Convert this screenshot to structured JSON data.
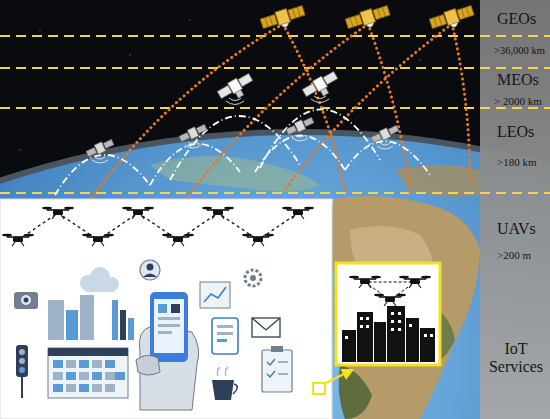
{
  "diagram": {
    "labels": [
      "GEOs",
      ">36,000 km",
      "MEOs",
      "> 2000 km",
      "LEOs",
      ">180 km",
      "UAVs",
      ">200 m",
      "IoT Services"
    ]
  }
}
